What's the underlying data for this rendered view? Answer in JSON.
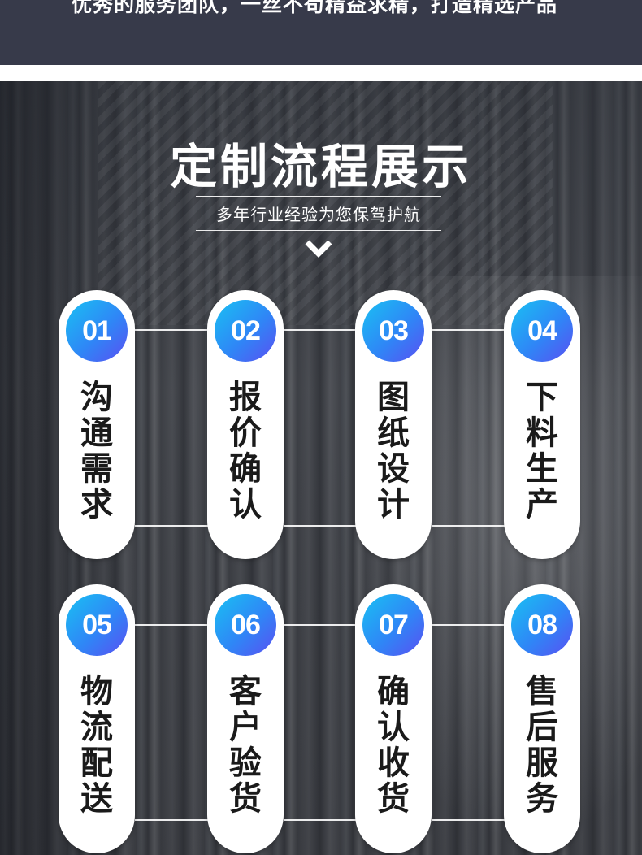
{
  "top_banner": {
    "partial_text": "优秀的服务团队，一丝不苟精益求精，打造精选产品"
  },
  "section": {
    "title": "定制流程展示",
    "subtitle": "多年行业经验为您保驾护航",
    "chevron_icon": "chevron-down-icon"
  },
  "steps": [
    {
      "num": "01",
      "label": "沟通需求"
    },
    {
      "num": "02",
      "label": "报价确认"
    },
    {
      "num": "03",
      "label": "图纸设计"
    },
    {
      "num": "04",
      "label": "下料生产"
    },
    {
      "num": "05",
      "label": "物流配送"
    },
    {
      "num": "06",
      "label": "客户验货"
    },
    {
      "num": "07",
      "label": "确认收货"
    },
    {
      "num": "08",
      "label": "售后服务"
    }
  ],
  "colors": {
    "banner": "#373a4a",
    "badge_gradient_start": "#19c1f3",
    "badge_gradient_end": "#5a4ff2",
    "pill": "#ffffff"
  }
}
